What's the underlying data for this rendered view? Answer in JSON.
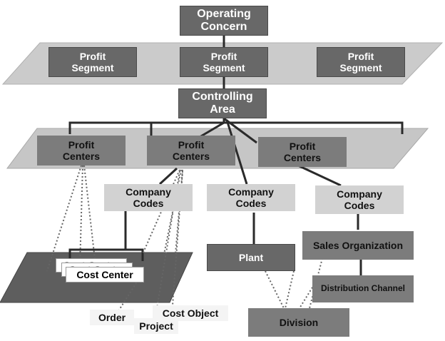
{
  "diagram": {
    "nodes": {
      "operating_concern": "Operating\nConcern",
      "profit_segment_1": "Profit\nSegment",
      "profit_segment_2": "Profit\nSegment",
      "profit_segment_3": "Profit\nSegment",
      "controlling_area": "Controlling\nArea",
      "profit_centers_1": "Profit\nCenters",
      "profit_centers_2": "Profit\nCenters",
      "profit_centers_3": "Profit\nCenters",
      "company_codes_1": "Company\nCodes",
      "company_codes_2": "Company\nCodes",
      "company_codes_3": "Company\nCodes",
      "cost_center_back_2": "Cost Center",
      "cost_center_back_1": "Cost Center",
      "cost_center_front": "Cost Center",
      "plant": "Plant",
      "sales_organization": "Sales Organization",
      "distribution_channel": "Distribution Channel",
      "division": "Division",
      "order": "Order",
      "project": "Project",
      "cost_object": "Cost Object"
    },
    "colors": {
      "dark_box": "#686868",
      "medium_box": "#7c7c7c",
      "light_box": "#d2d2d2",
      "plane": "#c9c9c9",
      "dark_plane": "#5e5e5e",
      "line": "#2a2a2a",
      "dotted_line": "#666666"
    }
  }
}
